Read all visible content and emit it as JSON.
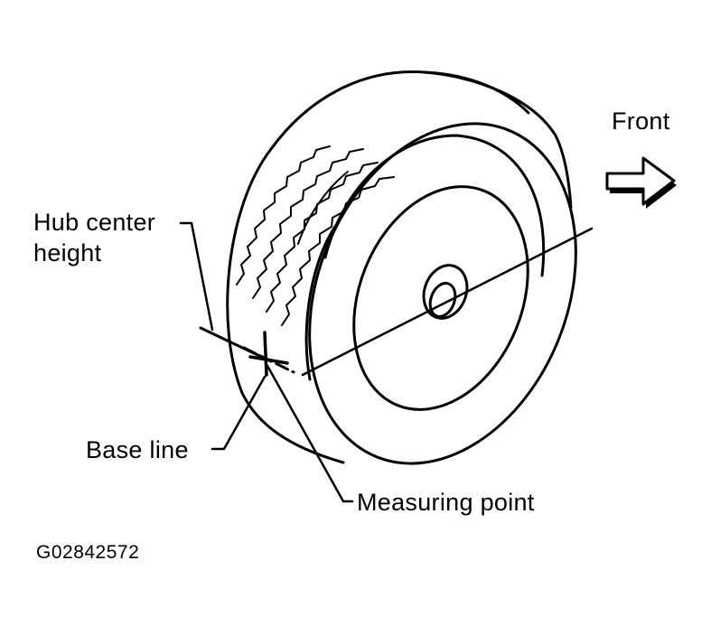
{
  "labels": {
    "front": "Front",
    "hub_center_line1": "Hub center",
    "hub_center_line2": "height",
    "base_line": "Base line",
    "measuring_point": "Measuring point",
    "figure_code": "G02842572"
  },
  "icons": {
    "front_arrow": "right-arrow-icon"
  },
  "colors": {
    "ink": "#000000",
    "paper": "#ffffff"
  }
}
